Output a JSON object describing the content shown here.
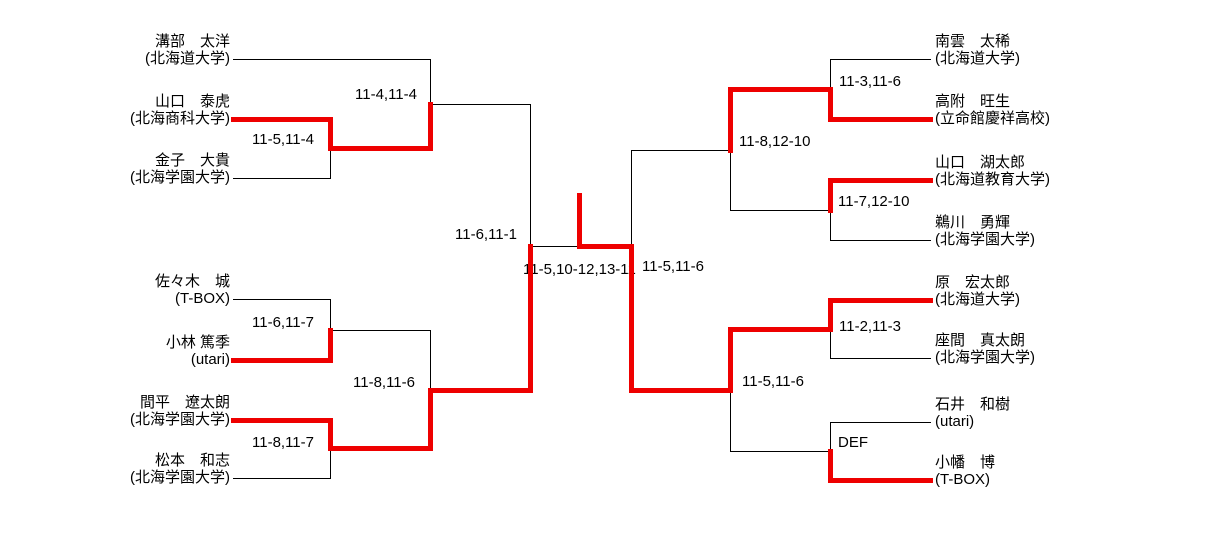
{
  "colors": {
    "line": "#000000",
    "winner_path": "#ee0000",
    "background": "#ffffff",
    "text": "#000000"
  },
  "bracket": {
    "left": {
      "players": [
        {
          "name": "溝部　太洋",
          "affiliation": "(北海道大学)"
        },
        {
          "name": "山口　泰虎",
          "affiliation": "(北海商科大学)"
        },
        {
          "name": "金子　大貴",
          "affiliation": "(北海学園大学)"
        },
        {
          "name": "佐々木　城",
          "affiliation": "(T-BOX)"
        },
        {
          "name": "小林 篤季",
          "affiliation": "(utari)"
        },
        {
          "name": "間平　遼太朗",
          "affiliation": "(北海学園大学)"
        },
        {
          "name": "松本　和志",
          "affiliation": "(北海学園大学)"
        }
      ],
      "scores": {
        "first_round_top": "11-5,11-4",
        "quarter_top": "11-4,11-4",
        "first_round_mid": "11-6,11-7",
        "first_round_bottom": "11-8,11-7",
        "quarter_bottom": "11-8,11-6",
        "semifinal": "11-6,11-1"
      }
    },
    "right": {
      "players": [
        {
          "name": "南雲　太稀",
          "affiliation": "(北海道大学)"
        },
        {
          "name": "高附　旺生",
          "affiliation": "(立命館慶祥高校)"
        },
        {
          "name": "山口　湖太郎",
          "affiliation": "(北海道教育大学)"
        },
        {
          "name": "鵜川　勇輝",
          "affiliation": "(北海学園大学)"
        },
        {
          "name": "原　宏太郎",
          "affiliation": "(北海道大学)"
        },
        {
          "name": "座間　真太朗",
          "affiliation": "(北海学園大学)"
        },
        {
          "name": "石井　和樹",
          "affiliation": "(utari)"
        },
        {
          "name": "小幡　博",
          "affiliation": "(T-BOX)"
        }
      ],
      "scores": {
        "first_round_1": "11-3,11-6",
        "quarter_top": "11-8,12-10",
        "first_round_2": "11-7,12-10",
        "first_round_3": "11-2,11-3",
        "quarter_bottom": "11-5,11-6",
        "first_round_4": "DEF",
        "semifinal": "11-5,11-6"
      }
    },
    "final": {
      "score": "11-5,10-12,13-11"
    }
  }
}
